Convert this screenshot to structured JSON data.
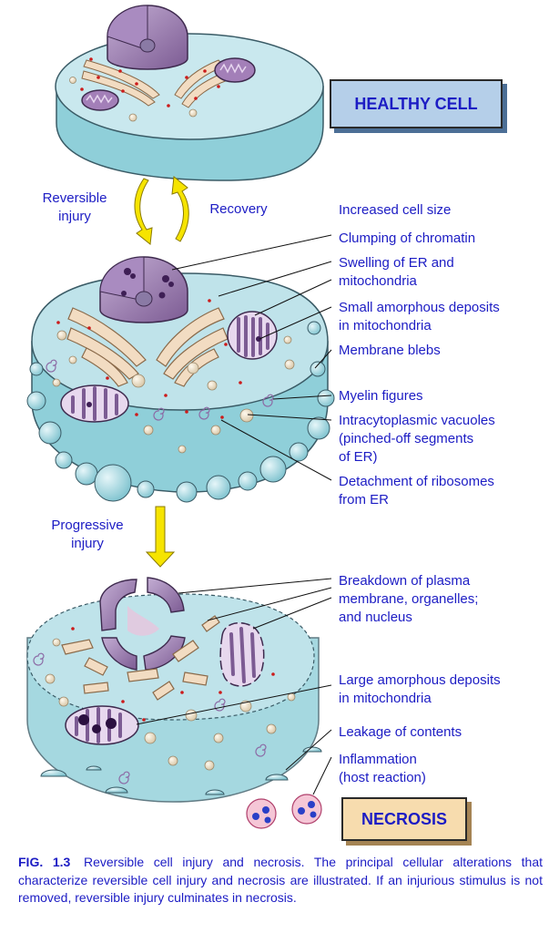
{
  "boxes": {
    "healthy": "HEALTHY CELL",
    "necrosis": "NECROSIS"
  },
  "transitions": {
    "reversible": "Reversible\ninjury",
    "recovery": "Recovery",
    "progressive": "Progressive\ninjury"
  },
  "labels": {
    "increased_size": "Increased cell size",
    "clumping": "Clumping of chromatin",
    "swelling": "Swelling of ER and\nmitochondria",
    "small_deposits": "Small amorphous deposits\nin mitochondria",
    "blebs": "Membrane blebs",
    "myelin": "Myelin figures",
    "vacuoles": "Intracytoplasmic vacuoles\n(pinched-off segments\nof ER)",
    "ribosomes": "Detachment of ribosomes\nfrom ER",
    "breakdown": "Breakdown of plasma\nmembrane, organelles;\nand nucleus",
    "large_deposits": "Large amorphous deposits\nin mitochondria",
    "leakage": "Leakage of contents",
    "inflammation": "Inflammation\n(host reaction)"
  },
  "caption": {
    "figure_number": "FIG. 1.3",
    "text": "Reversible cell injury and necrosis. The principal cellular alterations that characterize reversible cell injury and necrosis are illustrated. If an injurious stimulus is not removed, reversible injury culminates in necrosis."
  },
  "colors": {
    "label_text": "#1c1cc4",
    "cytoplasm": "#bfe3ea",
    "nucleus": "#9b7fb0",
    "er": "#f2dcc2",
    "arrow": "#f6e400",
    "ribosome": "#cc1b1b"
  }
}
